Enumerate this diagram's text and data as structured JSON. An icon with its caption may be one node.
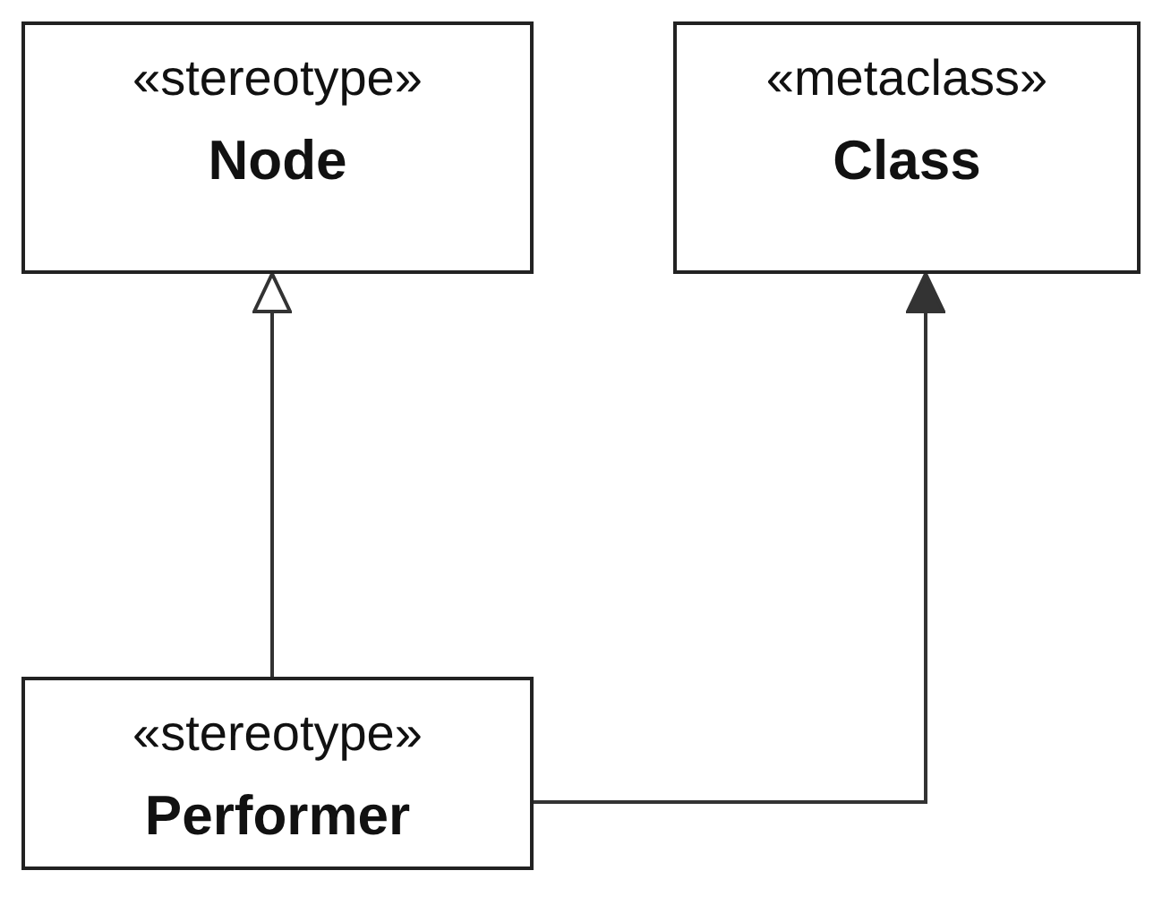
{
  "diagram": {
    "nodes": [
      {
        "text": [
          "«stereotype»",
          "Node"
        ]
      },
      {
        "text": [
          "«metaclass»",
          "Class"
        ]
      },
      {
        "text": [
          "«stereotype»",
          "Performer"
        ]
      }
    ],
    "edges": [
      {
        "from": 2,
        "to": 0,
        "arrow": "to"
      },
      {
        "from": 2,
        "to": 1,
        "arrow": "to"
      }
    ]
  }
}
